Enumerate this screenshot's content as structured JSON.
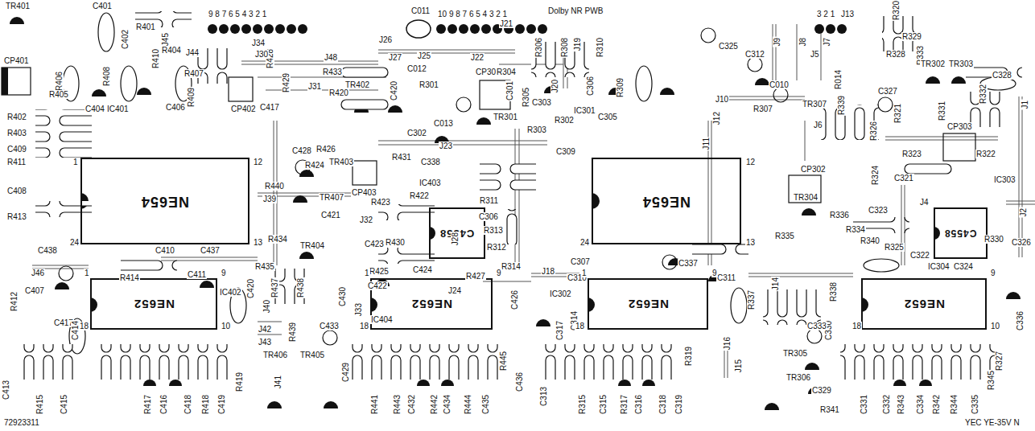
{
  "diagram": {
    "nodes": [
      {
        "text": [
          "NE654"
        ]
      },
      {
        "text": [
          "NE654"
        ]
      },
      {
        "text": [
          "C4558"
        ]
      },
      {
        "text": [
          "C4558"
        ]
      },
      {
        "text": [
          "NE652"
        ]
      },
      {
        "text": [
          "NE652"
        ]
      },
      {
        "text": [
          "NE652"
        ]
      },
      {
        "text": [
          "NE652"
        ]
      }
    ],
    "labels": [
      "TR401",
      "C401",
      "C402",
      "R401",
      "J45",
      "R404",
      "J44",
      "R407",
      "CP401",
      "R406",
      "R408",
      "R405",
      "R402",
      "R403",
      "C409",
      "R411",
      "C408",
      "R413",
      "IC401",
      "C404",
      "C406",
      "R410",
      "R409",
      "CP402",
      "C417",
      "R428",
      "R429",
      "J34",
      "J30",
      "J31",
      "R433",
      "J48",
      "R420",
      "TR402",
      "C420",
      "C012",
      "J26",
      "J27",
      "J25",
      "R301",
      "CP301",
      "J22",
      "R304",
      "C011",
      "J21",
      "9 8 7 6 5 4 3 2 1",
      "10 9 8 7 6 5 4 3 2 1",
      "Dolby NR PWB",
      "3 2 1",
      "J13",
      "C325",
      "C312",
      "J9",
      "J8",
      "J7",
      "J5",
      "R014",
      "R320",
      "R329",
      "R328",
      "R333",
      "R306",
      "R308",
      "J19",
      "J20",
      "R310",
      "C303",
      "C306",
      "R305",
      "C301",
      "TR301",
      "IC301",
      "C305",
      "R309",
      "R302",
      "C010",
      "C327",
      "TR302",
      "TR303",
      "C328",
      "R307",
      "J10",
      "TR307",
      "R339",
      "R321",
      "R331",
      "R332",
      "J6",
      "R326",
      "CP303",
      "J1",
      "J12",
      "J11",
      "CP302",
      "R323",
      "R322",
      "IC303",
      "C321",
      "TR304",
      "R324",
      "C323",
      "R336",
      "R334",
      "R340",
      "R335",
      "J4",
      "J2",
      "R330",
      "C326",
      "R325",
      "C322",
      "IC304",
      "C324",
      "R426",
      "TR403",
      "C428",
      "R424",
      "CP403",
      "R423",
      "R422",
      "R440",
      "J39",
      "TR407",
      "C421",
      "J32",
      "C423",
      "R430",
      "R425",
      "C422",
      "C424",
      "R427",
      "J24",
      "IC403",
      "C302",
      "C013",
      "R431",
      "R303",
      "J23",
      "C338",
      "C309",
      "R311",
      "C306",
      "R313",
      "R312",
      "R314",
      "J28",
      "R434",
      "TR404",
      "R435",
      "C437",
      "C410",
      "C438",
      "J46",
      "R414",
      "C407",
      "C417",
      "C411",
      "C420",
      "R412",
      "C414",
      "R437",
      "J40",
      "R438",
      "C430",
      "J33",
      "R439",
      "C433",
      "J42",
      "J43",
      "TR406",
      "TR405",
      "C429",
      "J41",
      "IC402",
      "IC404",
      "C426",
      "C317",
      "C314",
      "J18",
      "C310",
      "C307",
      "C337",
      "C311",
      "IC302",
      "R337",
      "J14",
      "R338",
      "C330",
      "C333",
      "TR305",
      "TR306",
      "J16",
      "J15",
      "C329",
      "R341",
      "R327",
      "C336",
      "C413",
      "R415",
      "C415",
      "R417",
      "C416",
      "C418",
      "R418",
      "C419",
      "R419",
      "R441",
      "R443",
      "C432",
      "R442",
      "C434",
      "R444",
      "C435",
      "R445",
      "C436",
      "C313",
      "R315",
      "C315",
      "R317",
      "C316",
      "C318",
      "C319",
      "R319",
      "C331",
      "C332",
      "R343",
      "C334",
      "R342",
      "R344",
      "C335",
      "R345",
      "72923311",
      "YEC YE-35V N",
      "12",
      "13",
      "24",
      "1",
      "24",
      "12",
      "13",
      "1",
      "9",
      "10",
      "18",
      "1",
      "9",
      "18",
      "1",
      "9",
      "18",
      "9",
      "10",
      "18"
    ]
  }
}
